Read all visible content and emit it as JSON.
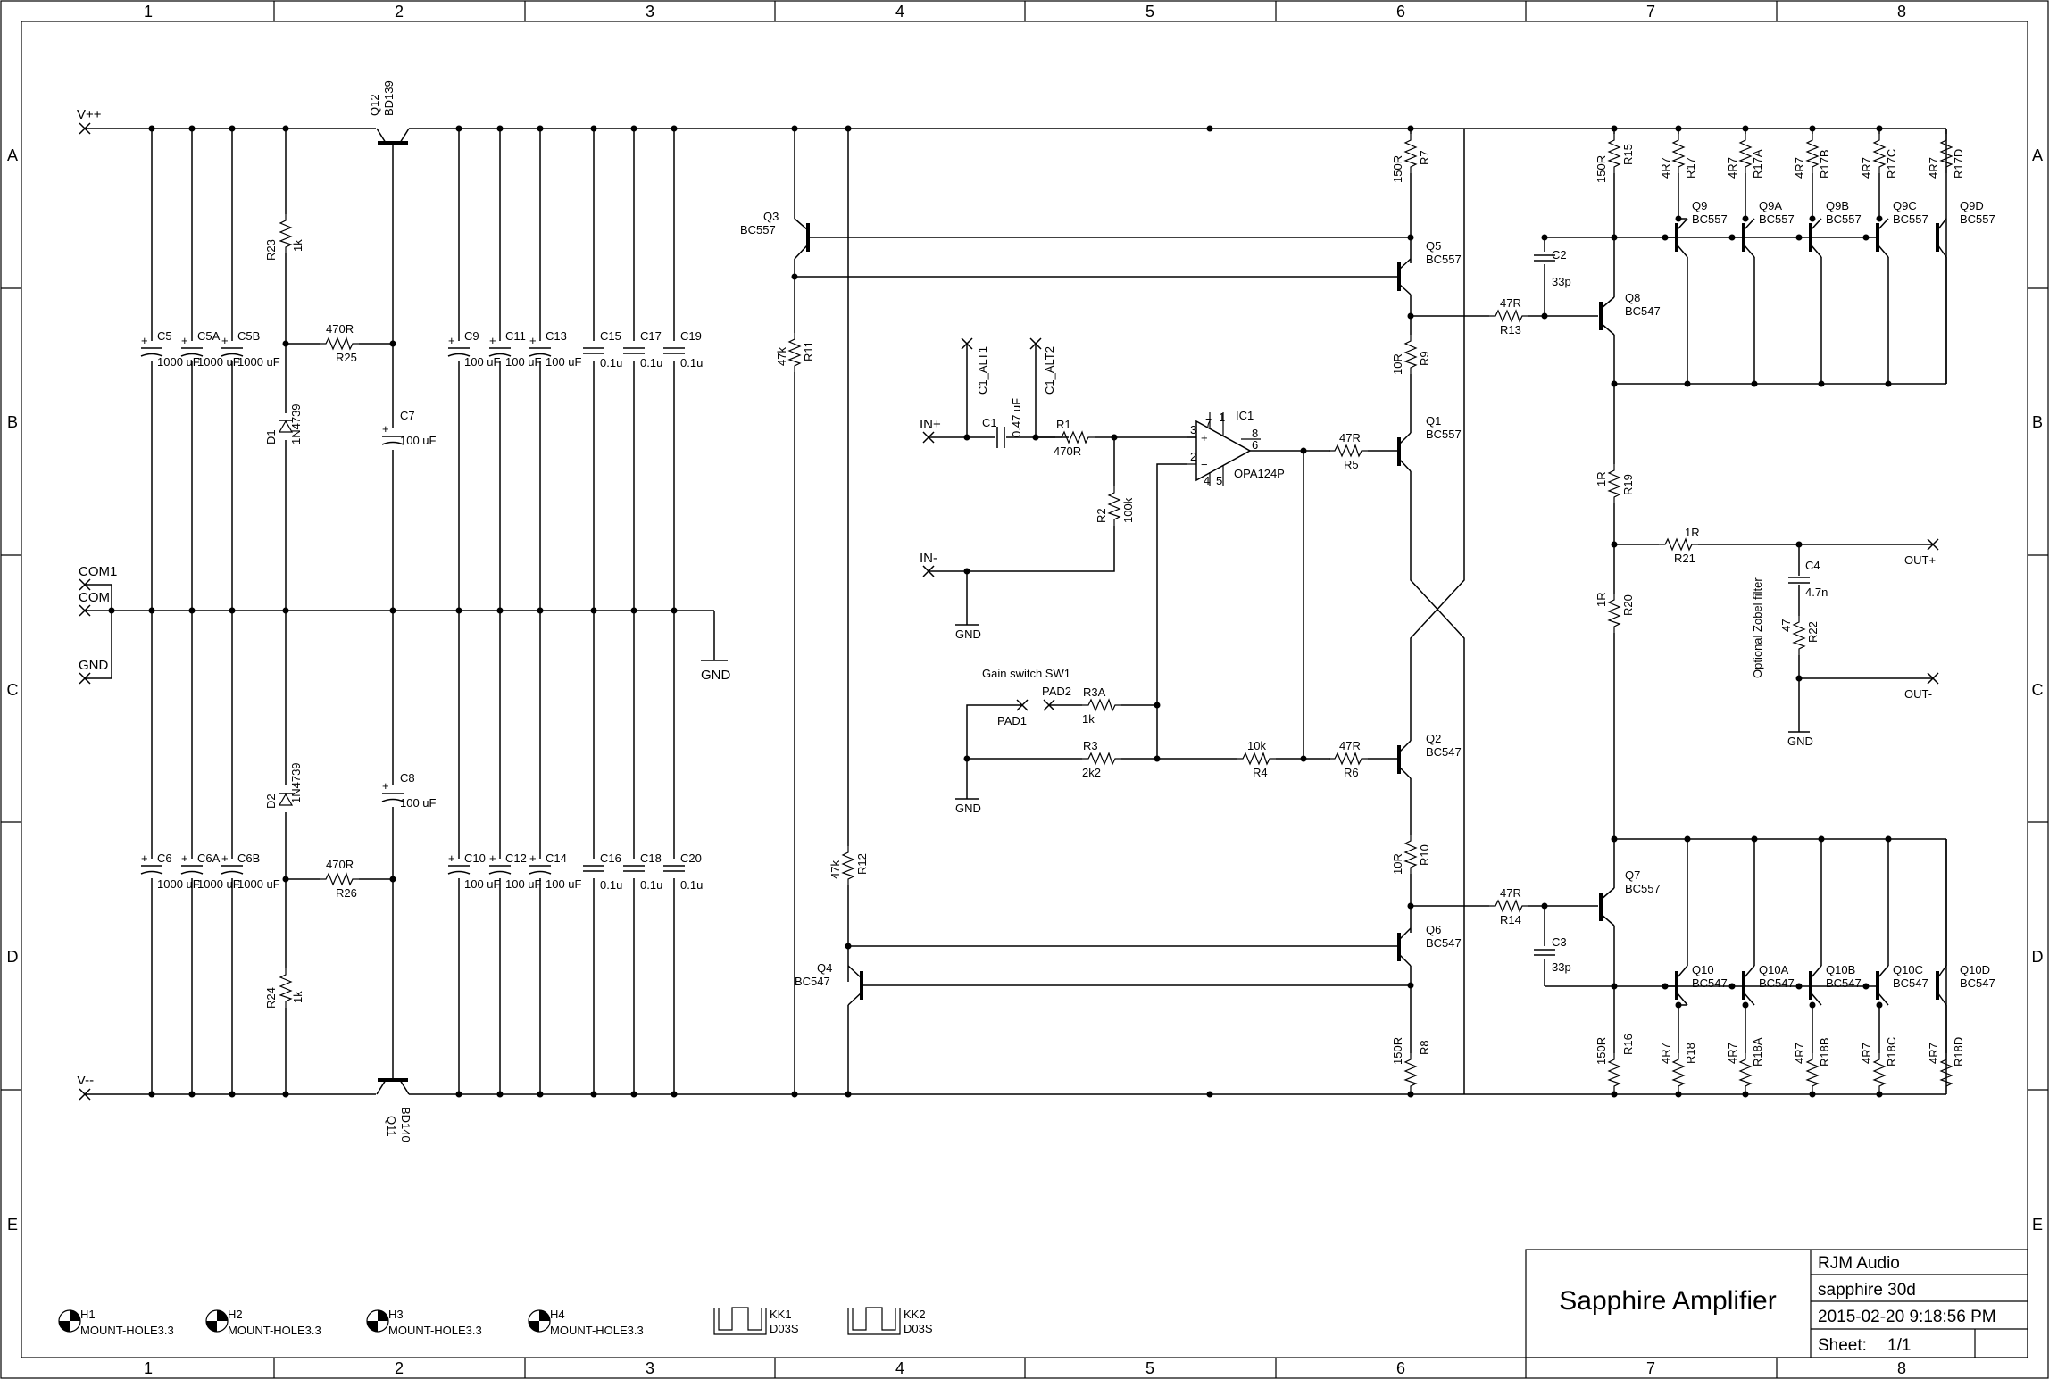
{
  "title_block": {
    "title": "Sapphire Amplifier",
    "company": "RJM Audio",
    "project": "sapphire 30d",
    "datetime": "2015-02-20 9:18:56 PM",
    "sheet_label": "Sheet:",
    "sheet_value": "1/1"
  },
  "grid": {
    "columns": [
      "1",
      "2",
      "3",
      "4",
      "5",
      "6",
      "7",
      "8"
    ],
    "rows": [
      "A",
      "B",
      "C",
      "D",
      "E"
    ]
  },
  "terminals": {
    "vpp": "V++",
    "vmm": "V--",
    "com1": "COM1",
    "com": "COM",
    "gnd": "GND",
    "in_plus": "IN+",
    "in_minus": "IN-",
    "out_plus": "OUT+",
    "out_minus": "OUT-",
    "c1_alt1": "C1_ALT1",
    "c1_alt2": "C1_ALT2",
    "pad1": "PAD1",
    "pad2": "PAD2",
    "gain_switch": "Gain switch SW1",
    "zobel": "Optional Zobel filter"
  },
  "psu": {
    "q12": "Q12",
    "q12_type": "BD139",
    "q11": "Q11",
    "q11_type": "BD140",
    "r23": "R23",
    "r23_val": "1k",
    "r24": "R24",
    "r24_val": "1k",
    "r25": "R25",
    "r25_val": "470R",
    "r26": "R26",
    "r26_val": "470R",
    "d1": "D1",
    "d1_type": "1N4739",
    "d2": "D2",
    "d2_type": "1N4739",
    "c7": "C7",
    "c7_val": "100 uF",
    "c8": "C8",
    "c8_val": "100 uF",
    "big_caps_top": [
      {
        "name": "C5",
        "value": "1000 uF"
      },
      {
        "name": "C5A",
        "value": "1000 uF"
      },
      {
        "name": "C5B",
        "value": "1000 uF"
      }
    ],
    "big_caps_bot": [
      {
        "name": "C6",
        "value": "1000 uF"
      },
      {
        "name": "C6A",
        "value": "1000 uF"
      },
      {
        "name": "C6B",
        "value": "1000 uF"
      }
    ],
    "mid_caps_top": [
      {
        "name": "C9",
        "value": "100 uF"
      },
      {
        "name": "C11",
        "value": "100 uF"
      },
      {
        "name": "C13",
        "value": "100 uF"
      }
    ],
    "mid_caps_bot": [
      {
        "name": "C10",
        "value": "100 uF"
      },
      {
        "name": "C12",
        "value": "100 uF"
      },
      {
        "name": "C14",
        "value": "100 uF"
      }
    ],
    "film_caps_top": [
      {
        "name": "C15",
        "value": "0.1u"
      },
      {
        "name": "C17",
        "value": "0.1u"
      },
      {
        "name": "C19",
        "value": "0.1u"
      }
    ],
    "film_caps_bot": [
      {
        "name": "C16",
        "value": "0.1u"
      },
      {
        "name": "C18",
        "value": "0.1u"
      },
      {
        "name": "C20",
        "value": "0.1u"
      }
    ]
  },
  "amp": {
    "q3": "Q3",
    "q3_type": "BC557",
    "q4": "Q4",
    "q4_type": "BC547",
    "r11": "R11",
    "r11_val": "47k",
    "r12": "R12",
    "r12_val": "47k",
    "c1": "C1",
    "c1_val": "0.47 uF",
    "r1": "R1",
    "r1_val": "470R",
    "r2": "R2",
    "r2_val": "100k",
    "ic1": "IC1",
    "ic1_type": "OPA124P",
    "r3a": "R3A",
    "r3a_val": "1k",
    "r3": "R3",
    "r3_val": "2k2",
    "r4": "R4",
    "r4_val": "10k",
    "r5": "R5",
    "r5_val": "47R",
    "r6": "R6",
    "r6_val": "47R",
    "r7": "R7",
    "r7_val": "150R",
    "r8": "R8",
    "r8_val": "150R",
    "r9": "R9",
    "r9_val": "10R",
    "r10": "R10",
    "r10_val": "10R",
    "q5": "Q5",
    "q5_type": "BC557",
    "q1": "Q1",
    "q1_type": "BC557",
    "q2": "Q2",
    "q2_type": "BC547",
    "q6": "Q6",
    "q6_type": "BC547",
    "r13": "R13",
    "r13_val": "47R",
    "r14": "R14",
    "r14_val": "47R",
    "c2": "C2",
    "c2_val": "33p",
    "c3": "C3",
    "c3_val": "33p",
    "q8": "Q8",
    "q8_type": "BC547",
    "q7": "Q7",
    "q7_type": "BC557",
    "r15": "R15",
    "r15_val": "150R",
    "r16": "R16",
    "r16_val": "150R",
    "r19": "R19",
    "r19_val": "1R",
    "r20": "R20",
    "r20_val": "1R",
    "r21": "R21",
    "r21_val": "1R",
    "r22": "R22",
    "r22_val": "47",
    "c4": "C4",
    "c4_val": "4.7n",
    "out_top": [
      {
        "q": "Q9",
        "q_type": "BC557",
        "r": "R17",
        "r_val": "4R7"
      },
      {
        "q": "Q9A",
        "q_type": "BC557",
        "r": "R17A",
        "r_val": "4R7"
      },
      {
        "q": "Q9B",
        "q_type": "BC557",
        "r": "R17B",
        "r_val": "4R7"
      },
      {
        "q": "Q9C",
        "q_type": "BC557",
        "r": "R17C",
        "r_val": "4R7"
      },
      {
        "q": "Q9D",
        "q_type": "BC557",
        "r": "R17D",
        "r_val": "4R7"
      }
    ],
    "out_bot": [
      {
        "q": "Q10",
        "q_type": "BC547",
        "r": "R18",
        "r_val": "4R7"
      },
      {
        "q": "Q10A",
        "q_type": "BC547",
        "r": "R18A",
        "r_val": "4R7"
      },
      {
        "q": "Q10B",
        "q_type": "BC547",
        "r": "R18B",
        "r_val": "4R7"
      },
      {
        "q": "Q10C",
        "q_type": "BC547",
        "r": "R18C",
        "r_val": "4R7"
      },
      {
        "q": "Q10D",
        "q_type": "BC547",
        "r": "R18D",
        "r_val": "4R7"
      }
    ]
  },
  "hardware": [
    {
      "name": "H1",
      "type": "MOUNT-HOLE3.3"
    },
    {
      "name": "H2",
      "type": "MOUNT-HOLE3.3"
    },
    {
      "name": "H3",
      "type": "MOUNT-HOLE3.3"
    },
    {
      "name": "H4",
      "type": "MOUNT-HOLE3.3"
    }
  ],
  "heatsinks": [
    {
      "name": "KK1",
      "type": "D03S"
    },
    {
      "name": "KK2",
      "type": "D03S"
    }
  ]
}
